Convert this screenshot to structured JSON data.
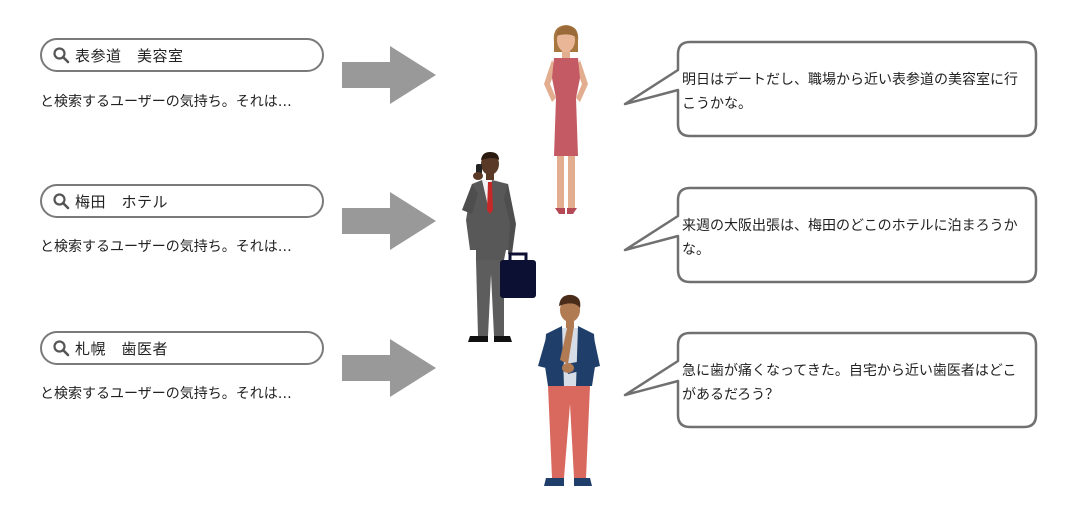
{
  "rows": [
    {
      "query": "表参道　美容室",
      "caption": "と検索するユーザーの気持ち。それは…",
      "thought": "明日はデートだし、職場から近い表参道の美容室に行こうかな。"
    },
    {
      "query": "梅田　ホテル",
      "caption": "と検索するユーザーの気持ち。それは…",
      "thought": "来週の大阪出張は、梅田のどこのホテルに泊まろうかな。"
    },
    {
      "query": "札幌　歯医者",
      "caption": "と検索するユーザーの気持ち。それは…",
      "thought": "急に歯が痛くなってきた。自宅から近い歯医者はどこがあるだろう？"
    }
  ],
  "icons": {
    "search": "search-icon",
    "arrow": "arrow-right-icon"
  },
  "colors": {
    "border": "#7a7a7a",
    "arrow": "#999999",
    "dress": "#c45a63",
    "suit": "#565656",
    "pants": "#d9695e",
    "jacket": "#1f3f6a"
  }
}
